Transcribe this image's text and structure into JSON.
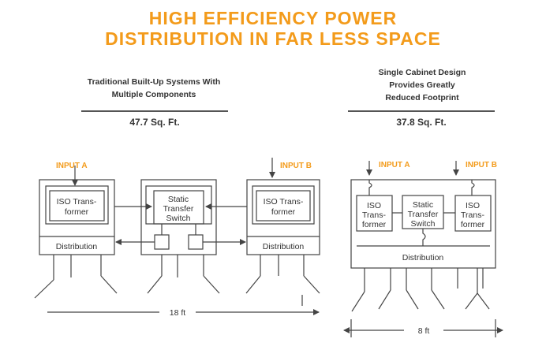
{
  "title": {
    "line1": "HIGH EFFICIENCY POWER",
    "line2": "DISTRIBUTION IN FAR LESS SPACE"
  },
  "left": {
    "header_line1": "Traditional Built-Up Systems With",
    "header_line2": "Multiple Components",
    "area": "47.7 Sq. Ft.",
    "input_a": "INPUT A",
    "input_b": "INPUT B",
    "iso_a": [
      "ISO Trans-",
      "former"
    ],
    "static_switch": [
      "Static",
      "Transfer",
      "Switch"
    ],
    "iso_b": [
      "ISO Trans-",
      "former"
    ],
    "distribution_a": "Distribution",
    "distribution_b": "Distribution",
    "dimension": "18 ft"
  },
  "right": {
    "header_line1": "Single Cabinet Design",
    "header_line2": "Provides Greatly",
    "header_line3": "Reduced Footprint",
    "area": "37.8 Sq. Ft.",
    "input_a": "INPUT A",
    "input_b": "INPUT B",
    "iso_a": [
      "ISO",
      "Trans-",
      "former"
    ],
    "static_switch": [
      "Static",
      "Transfer",
      "Switch"
    ],
    "iso_b": [
      "ISO",
      "Trans-",
      "former"
    ],
    "distribution": "Distribution",
    "dimension": "8 ft"
  },
  "colors": {
    "accent": "#f39b1b",
    "line": "#444444"
  }
}
